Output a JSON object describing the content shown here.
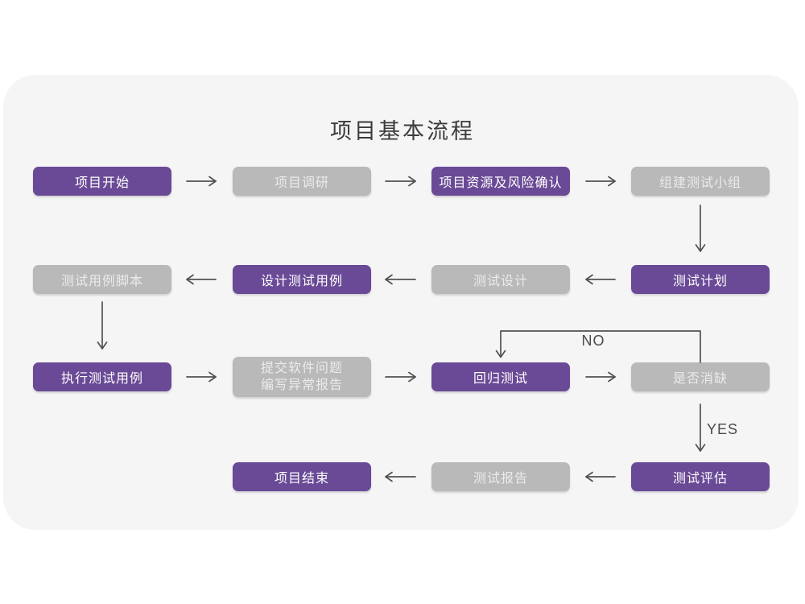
{
  "title": "项目基本流程",
  "colors": {
    "page_background": "#ffffff",
    "card_background": "#f5f5f6",
    "primary_node": "#6a4a96",
    "secondary_node": "#b9b9b9",
    "primary_text": "#ffffff",
    "secondary_text": "#ebebeb",
    "arrow": "#515151",
    "title_text": "#3b3b3b",
    "edge_label_text": "#4a4a4a"
  },
  "nodes": {
    "project_start": {
      "label": "项目开始",
      "type": "primary"
    },
    "project_research": {
      "label": "项目调研",
      "type": "secondary"
    },
    "resources_risk": {
      "label": "项目资源及风险确认",
      "type": "primary"
    },
    "build_team": {
      "label": "组建测试小组",
      "type": "secondary"
    },
    "test_plan": {
      "label": "测试计划",
      "type": "primary"
    },
    "test_design": {
      "label": "测试设计",
      "type": "secondary"
    },
    "design_cases": {
      "label": "设计测试用例",
      "type": "primary"
    },
    "case_scripts": {
      "label": "测试用例脚本",
      "type": "secondary"
    },
    "execute_cases": {
      "label": "执行测试用例",
      "type": "primary"
    },
    "submit_issues": {
      "label_line1": "提交软件问题",
      "label_line2": "编写异常报告",
      "type": "secondary"
    },
    "regression": {
      "label": "回归测试",
      "type": "primary"
    },
    "defect_cleared": {
      "label": "是否消缺",
      "type": "secondary"
    },
    "test_evaluation": {
      "label": "测试评估",
      "type": "primary"
    },
    "test_report": {
      "label": "测试报告",
      "type": "secondary"
    },
    "project_end": {
      "label": "项目结束",
      "type": "primary"
    }
  },
  "edge_labels": {
    "no": "NO",
    "yes": "YES"
  }
}
